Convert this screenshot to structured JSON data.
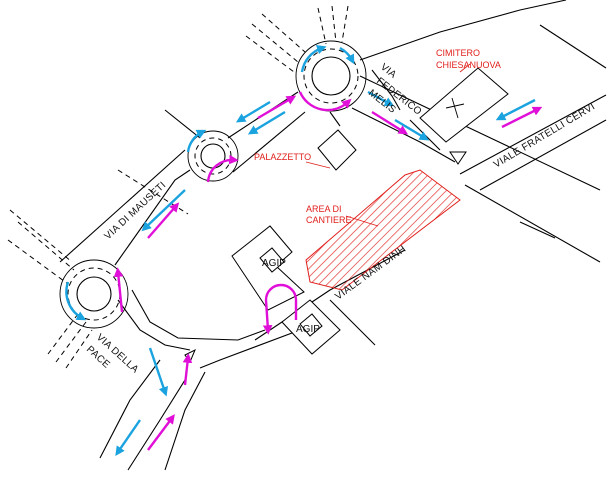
{
  "labels": {
    "cimitero": [
      "CIMITERO",
      "CHIESANUOVA"
    ],
    "palazzetto": "PALAZZETTO",
    "area_cantiere": [
      "AREA DI",
      "CANTIERE"
    ],
    "agip_1": "AGIP",
    "agip_2": "AGIP",
    "via_federico_melis": [
      "VIA",
      "FEDERICO",
      "MELIS"
    ],
    "viale_fratelli_cervi": "VIALE FRATELLI CERVI",
    "via_di_mauseti": "VIA DI MAUSETI",
    "viale_nam_dinh": "VIALE NAM DINH",
    "via_della_pace": [
      "VIA DELLA",
      "PACE"
    ]
  },
  "colors": {
    "traffic_flow_a": "#1ba3e0",
    "traffic_flow_b": "#e010d8",
    "annotation": "#e0201c",
    "construction_hatch": "#e0201c"
  }
}
